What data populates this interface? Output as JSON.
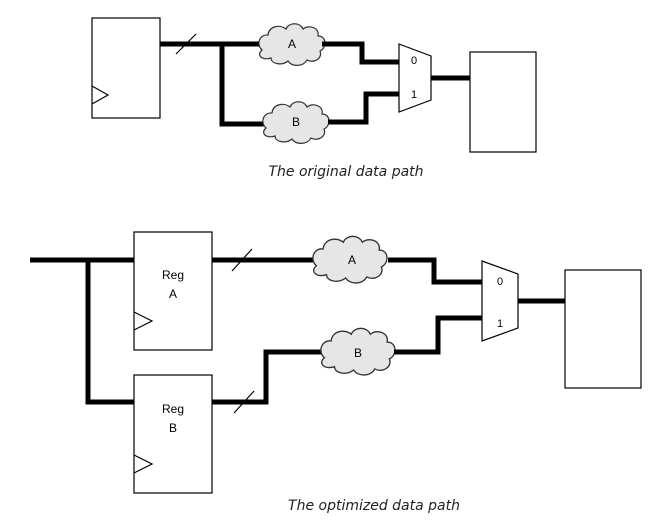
{
  "diagrams": [
    {
      "caption": "The original data path",
      "clouds": [
        "A",
        "B"
      ],
      "mux_inputs": [
        "0",
        "1"
      ]
    },
    {
      "caption": "The optimized data path",
      "registers": [
        {
          "line1": "Reg",
          "line2": "A"
        },
        {
          "line1": "Reg",
          "line2": "B"
        }
      ],
      "clouds": [
        "A",
        "B"
      ],
      "mux_inputs": [
        "0",
        "1"
      ]
    }
  ]
}
